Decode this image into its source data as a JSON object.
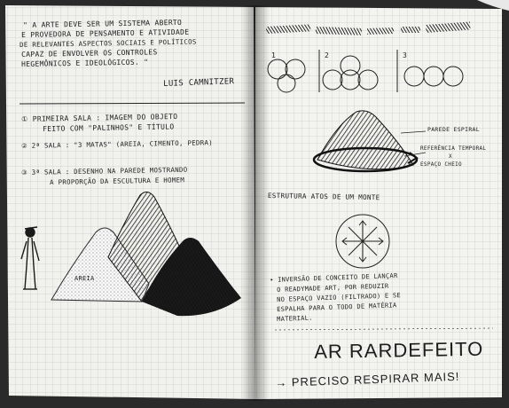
{
  "quote": {
    "lines": [
      "\" A ARTE DEVE SER UM SISTEMA ABERTO",
      "E PROVEDORA DE PENSAMENTO E ATIVIDADE",
      "DE RELEVANTES ASPECTOS SOCIAIS E POLÍTICOS",
      "CAPAZ DE ENVOLVER OS CONTROLES",
      "HEGEMÔNICOS E IDEOLÓGICOS. \""
    ],
    "author": "LUIS CAMNITZER"
  },
  "rooms": [
    "① PRIMEIRA SALA : IMAGEM DO OBJETO",
    "FEITO COM \"PALINHOS\" E TÍTULO",
    "② 2ª SALA : \"3 MATAS\" (AREIA, CIMENTO, PEDRA)",
    "③ 3ª SALA : DESENHO NA PAREDE MOSTRANDO",
    "A PROPORÇÃO DA ESCULTURA E HOMEM"
  ],
  "sketch_label": "AREIA",
  "right_page": {
    "numbers": [
      "1",
      "2",
      "3"
    ],
    "labels": [
      "PAREDE ESPIRAL",
      "REFERÊNCIA TEMPORAL",
      "X",
      "ESPAÇO CHEIO"
    ],
    "caption": "ESTRUTURA ATOS DE UM MONTE",
    "notes": [
      "• INVERSÃO DE CONCEITO DE LANÇAR",
      "O READYMADE ART, POR REDUZIR",
      "NO ESPAÇO VAZIO (FILTRADO) E SE",
      "ESPALHA PARA O TODO DE MATÉRIA",
      "MATERIAL."
    ],
    "title": "AR RARDEFEITO",
    "footer": "→ PRECISO RESPIRAR MAIS!"
  }
}
